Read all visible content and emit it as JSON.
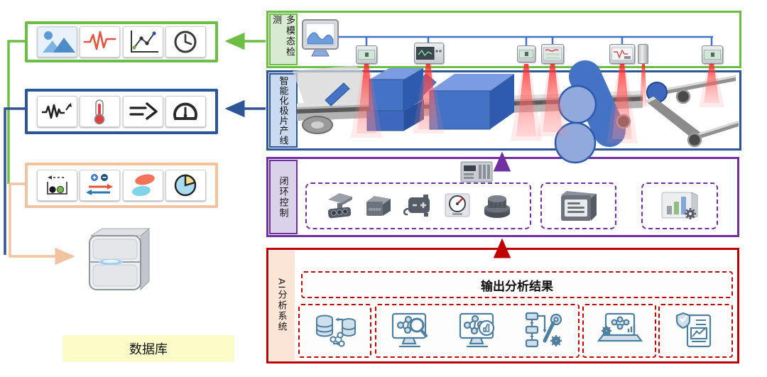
{
  "colors": {
    "green": "#6CBE45",
    "green_bg": "#D9EAD3",
    "blue": "#2E5596",
    "blue_bg": "#C9DAF1",
    "purple": "#7030A0",
    "purple_bg": "#D9D2E9",
    "red": "#C00000",
    "red_bg": "#FBE5D6",
    "peach": "#F2C3A0",
    "yellow_bg": "#FCFCC8",
    "machine_blue": "#4472C4",
    "cone_red": "#FF3B30"
  },
  "left_panel": {
    "visual_data_box": {
      "border_color": "#6CBE45",
      "icons": [
        "image-icon",
        "pulse-waveform-icon",
        "trend-chart-icon",
        "clock-icon"
      ]
    },
    "signal_data_box": {
      "border_color": "#2E5596",
      "icons": [
        "vibration-icon",
        "thermometer-icon",
        "flow-arrows-icon",
        "speedometer-icon"
      ]
    },
    "process_data_box": {
      "border_color": "#F2C3A0",
      "icons": [
        "sampling-dots-icon",
        "plus-minus-swap-icon",
        "cluster-blobs-icon",
        "pie-chart-icon"
      ]
    },
    "database": {
      "label": "数据库",
      "icon": "database-cabinet-icon"
    }
  },
  "bands": {
    "detection": {
      "label": "多模态检测",
      "icons": [
        "monitor-chart-icon",
        "sensor-icon",
        "sensor-display-icon",
        "sensor-icon",
        "sensor-stripes-icon",
        "sensor-pulse-icon",
        "sensor-cylinder-icon",
        "sensor-icon"
      ]
    },
    "production": {
      "label": "智能化极片产线",
      "elements": [
        "unwind-roll",
        "coating-blades",
        "coating-machine",
        "drying-oven",
        "calender-rolls",
        "slitting-conveyors"
      ]
    },
    "control": {
      "label": "闭环控制",
      "icons": [
        "plc-icon",
        "press-machine-icon",
        "controller-box-icon",
        "power-supply-icon",
        "gauge-meter-icon",
        "control-knob-icon",
        "hmi-display-icon",
        "chart-gear-board-icon"
      ]
    },
    "ai": {
      "label": "AI分析系统",
      "output_box_label": "输出分析结果",
      "icons": [
        "database-sync-icon",
        "monitor-network-search-icon",
        "monitor-network-approve-icon",
        "flowchart-tools-icon",
        "laptop-ai-gears-icon",
        "report-shield-check-icon"
      ]
    }
  }
}
